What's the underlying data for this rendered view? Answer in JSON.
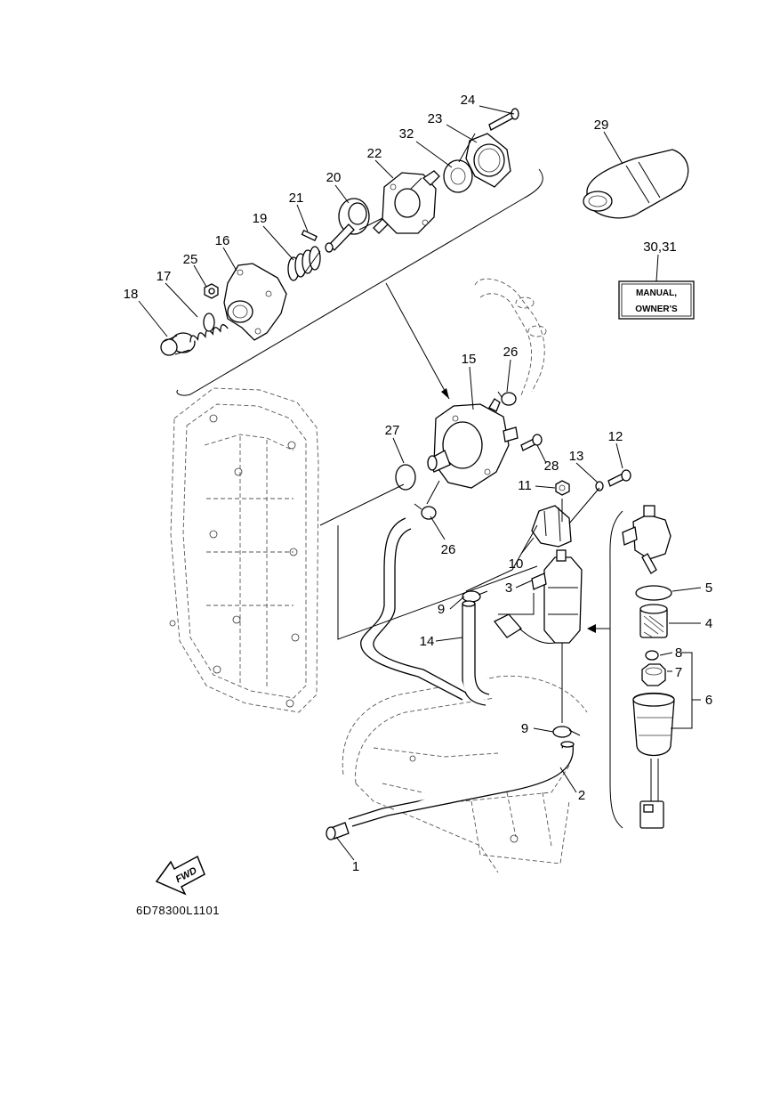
{
  "diagram_code": "6D78300L1101",
  "direction_marker": "FWD",
  "manual_box": {
    "line1": "MANUAL,",
    "line2": "OWNER'S"
  },
  "callouts": {
    "c1": "1",
    "c2": "2",
    "c3": "3",
    "c4": "4",
    "c5": "5",
    "c6": "6",
    "c7": "7",
    "c8": "8",
    "c9a": "9",
    "c9b": "9",
    "c10": "10",
    "c11": "11",
    "c12": "12",
    "c13": "13",
    "c14": "14",
    "c15": "15",
    "c16": "16",
    "c17": "17",
    "c18": "18",
    "c19": "19",
    "c20": "20",
    "c21": "21",
    "c22": "22",
    "c23": "23",
    "c24": "24",
    "c25": "25",
    "c26a": "26",
    "c26b": "26",
    "c27": "27",
    "c28": "28",
    "c29": "29",
    "c3031": "30,31",
    "c32": "32"
  }
}
